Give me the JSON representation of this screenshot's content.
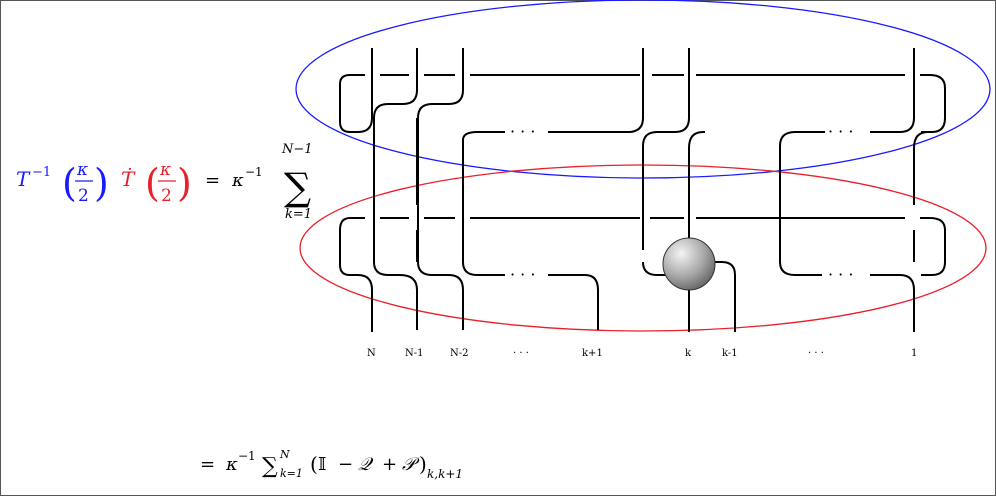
{
  "equation": {
    "T_symbol": "T",
    "inverse_exponent": "−1",
    "T_dot_symbol": "Ṫ",
    "kappa": "κ",
    "two": "2",
    "equals": "=",
    "kappa_inv": "κ",
    "kappa_inv_exponent": "−1",
    "sum_symbol": "∑",
    "sum_upper": "N−1",
    "sum_lower": "k=1"
  },
  "dots": "· · ·",
  "wire_labels": [
    "N",
    "N-1",
    "N-2",
    "· · ·",
    "k+1",
    "k",
    "k-1",
    "· · ·",
    "1"
  ],
  "bottom_formula": {
    "equals": "=",
    "kappa": "κ",
    "kappa_exponent": "−1",
    "sum_symbol": "∑",
    "sum_upper": "N",
    "sum_lower": "k=1",
    "identity": "𝕀",
    "minus": "−",
    "Q": "𝒬",
    "plus": "+",
    "P": "𝒫",
    "subscript": "k,k+1"
  },
  "colors": {
    "blue_ellipse": "#1a1aff",
    "red_ellipse": "#e8202a",
    "blue_text": "#1a1aff",
    "red_text": "#e8202a"
  }
}
